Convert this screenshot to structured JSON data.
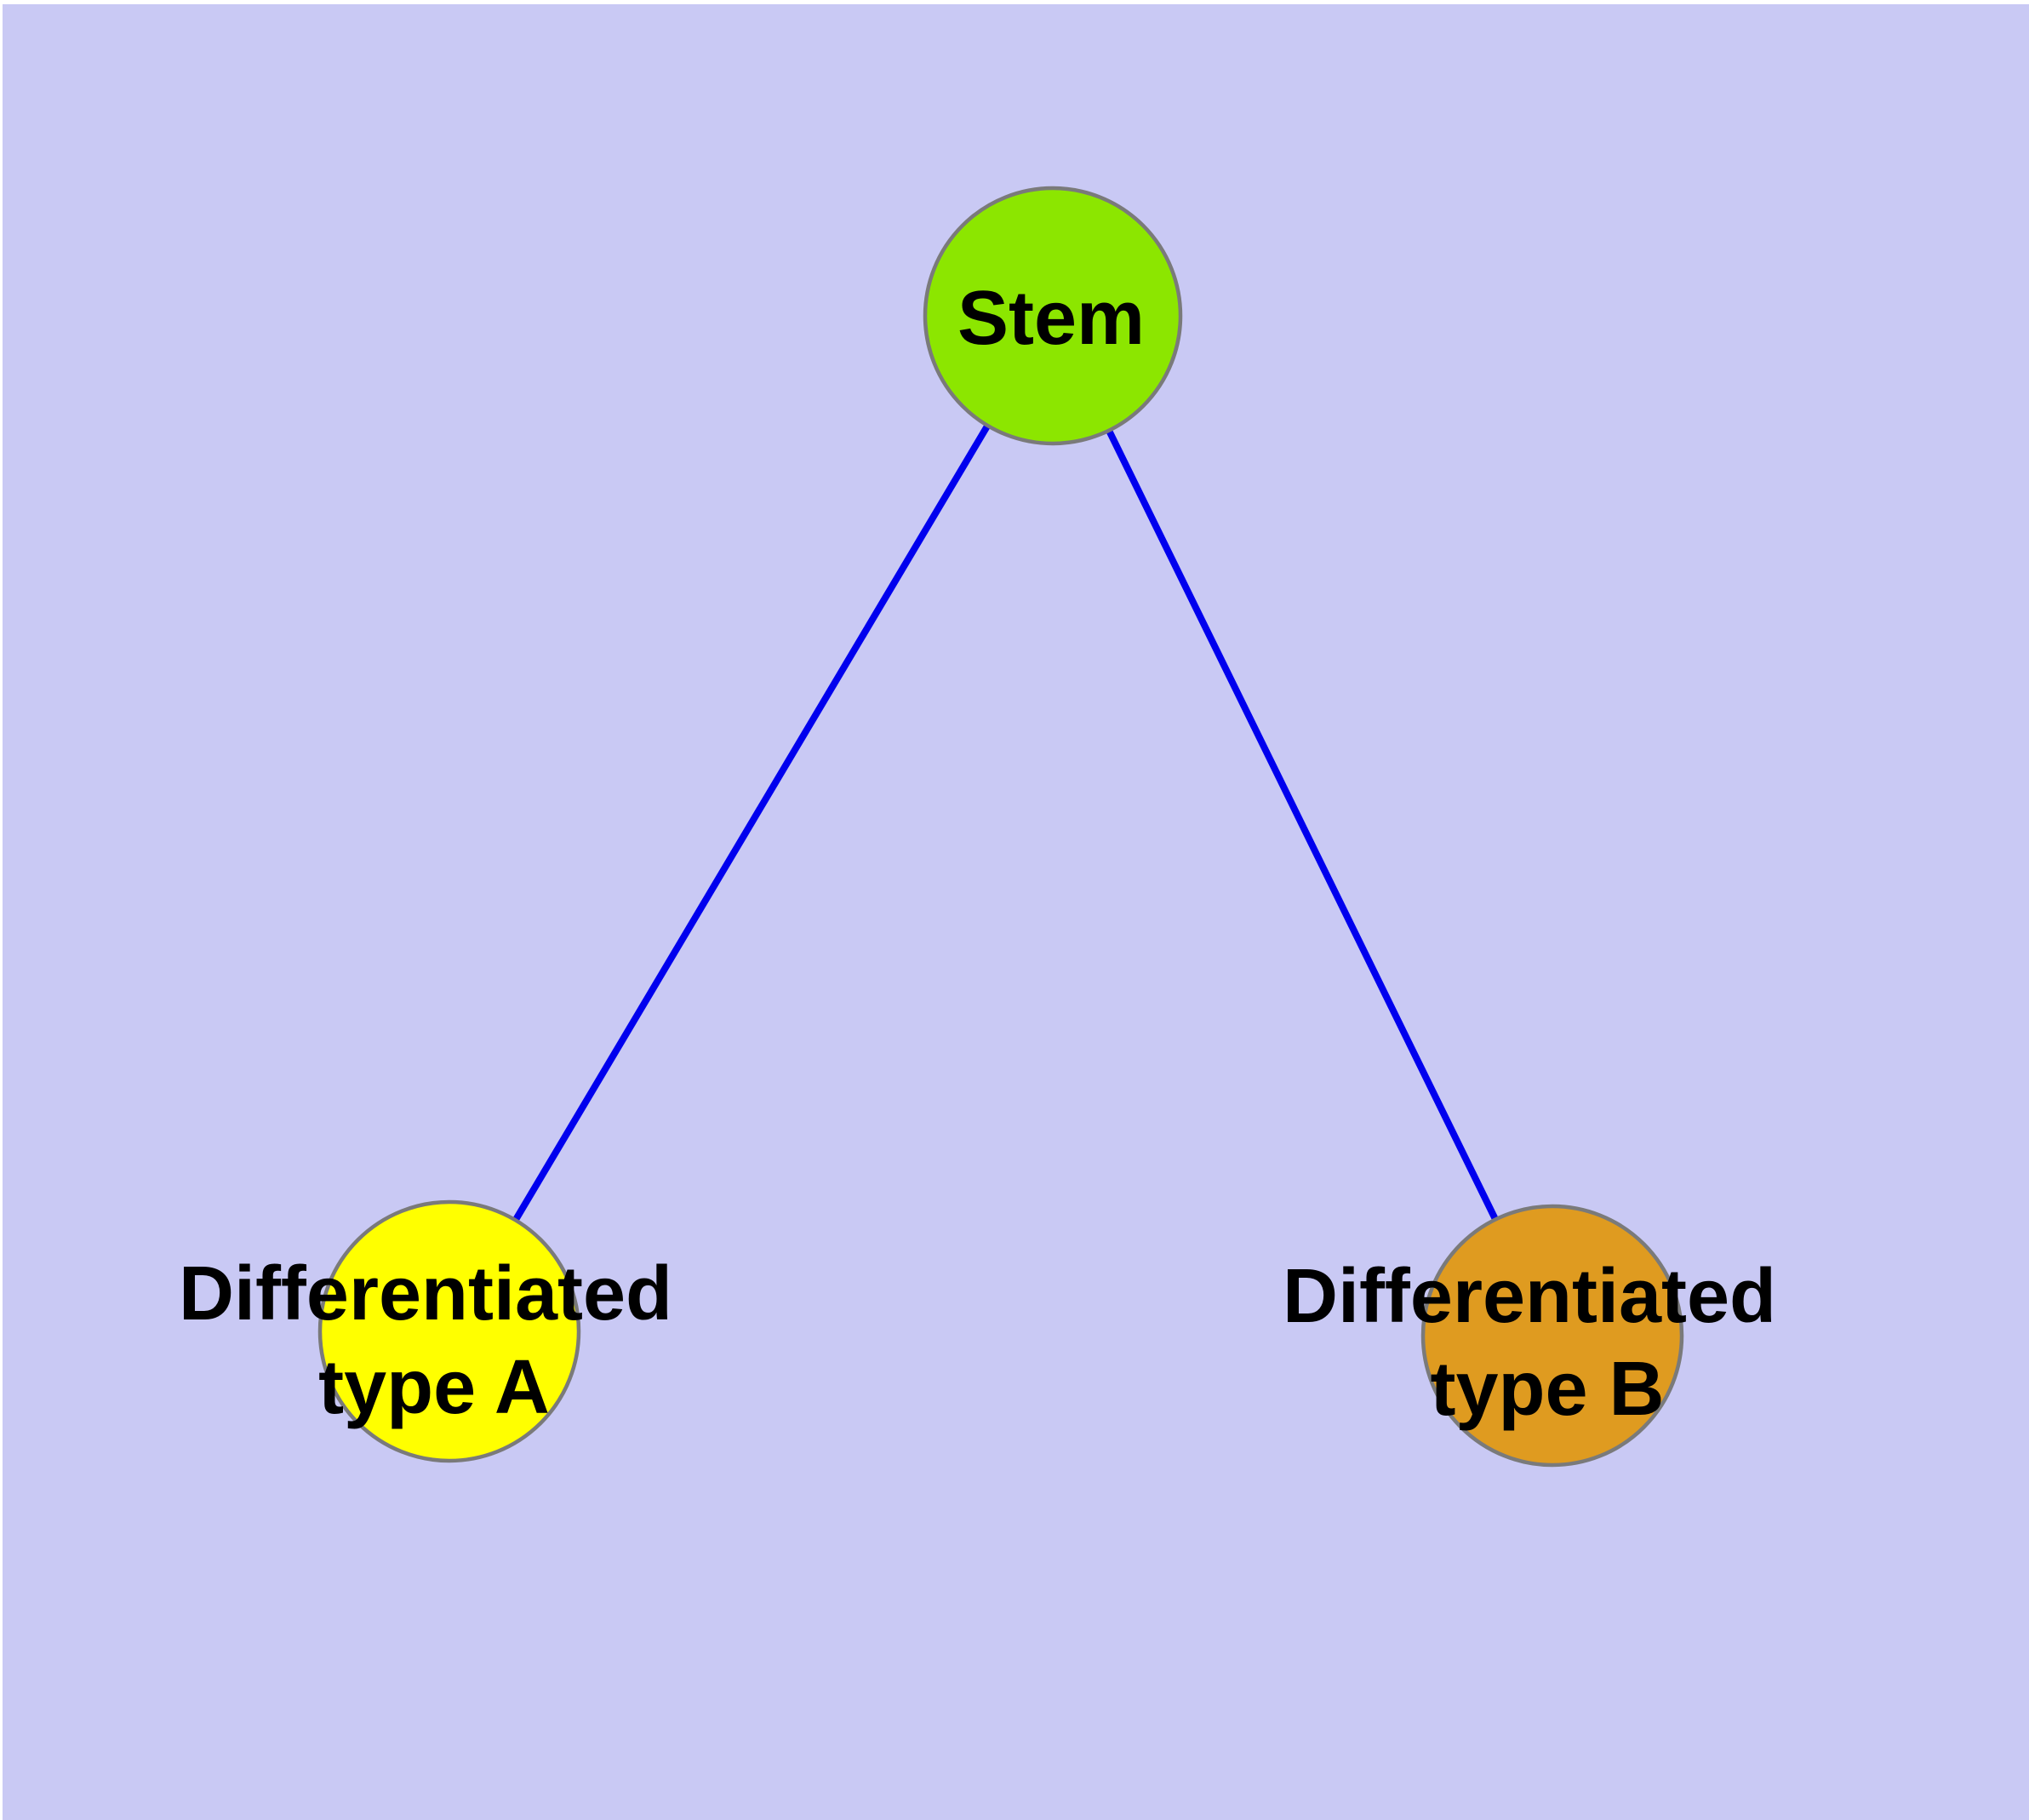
{
  "canvas": {
    "margin_color": "#ffffff",
    "background_color": "#c9c9f4"
  },
  "graph": {
    "type": "node-link-diagram",
    "edge_color": "#0000ee",
    "node_border_color": "#7a7a7a",
    "label_color": "#000000",
    "nodes": [
      {
        "id": "stem",
        "label": "Stem",
        "fill": "#8ce600"
      },
      {
        "id": "differentiated-type-a",
        "label_line1": "Differentiated",
        "label_line2": "type A",
        "fill": "#ffff00"
      },
      {
        "id": "differentiated-type-b",
        "label_line1": "Differentiated",
        "label_line2": "type B",
        "fill": "#df9b20"
      }
    ],
    "edges": [
      {
        "from": "Stem",
        "to": "Differentiated type A"
      },
      {
        "from": "Stem",
        "to": "Differentiated type B"
      }
    ]
  }
}
